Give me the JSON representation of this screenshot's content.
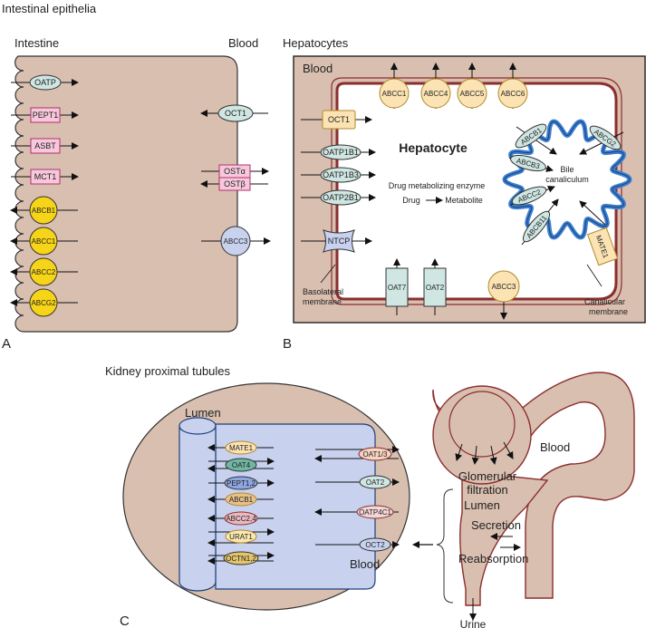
{
  "panelA": {
    "title": "Intestinal epithelia",
    "intestine_label": "Intestine",
    "blood_label": "Blood",
    "letter": "A",
    "apical_transporters": [
      "OATP",
      "PEPT1",
      "ASBT",
      "MCT1",
      "ABCB1",
      "ABCC1",
      "ABCC2",
      "ABCG2"
    ],
    "basolateral_transporters": [
      "OCT1",
      "OSTα",
      "OSTβ",
      "ABCC3"
    ]
  },
  "panelB": {
    "title": "Hepatocytes",
    "blood_label": "Blood",
    "letter": "B",
    "top_transporters": [
      "ABCC1",
      "ABCC4",
      "ABCC5",
      "ABCC6"
    ],
    "left_transporters": [
      "OCT1",
      "OATP1B1",
      "OATP1B3",
      "OATP2B1",
      "NTCP"
    ],
    "bottom_transporters": [
      "OAT7",
      "OAT2",
      "ABCC3"
    ],
    "canalicular_transporters": [
      "ABCB1",
      "ABCG2",
      "ABCB3",
      "ABCC2",
      "ABCB11",
      "MATE1"
    ],
    "hepatocyte_label": "Hepatocyte",
    "enzyme_label": "Drug metabolizing enzyme",
    "drug_label": "Drug",
    "metabolite_label": "Metabolite",
    "bile_label_1": "Bile",
    "bile_label_2": "canaliculum",
    "basolateral_label_1": "Basolateral",
    "basolateral_label_2": "membrane",
    "canalicular_label_1": "Canalicular",
    "canalicular_label_2": "membrane"
  },
  "panelC": {
    "title": "Kidney proximal tubules",
    "letter": "C",
    "lumen_label": "Lumen",
    "blood_label": "Blood",
    "apical_transporters": [
      "MATE1",
      "OAT4",
      "PEPT1,2",
      "ABCB1",
      "ABCC2,4",
      "URAT1",
      "OCTN1,2"
    ],
    "basolateral_transporters": [
      "OAT1/3",
      "OAT2",
      "OATP4C1",
      "OCT2"
    ],
    "nephron_blood": "Blood",
    "glomerular_1": "Glomerular",
    "glomerular_2": "filtration",
    "nephron_lumen": "Lumen",
    "secretion": "Secretion",
    "reabsorption": "Reabsorption",
    "urine": "Urine"
  },
  "colors": {
    "cell_fill": "#d9bfb0",
    "membrane": "#8b2e2e",
    "abc_yellow": "#f6d418",
    "slc_teal": "#cfe6e2",
    "slc_pink": "#f7c8dc",
    "abc_cream": "#fbe3b3",
    "blue_lumen": "#c8d2ef"
  }
}
